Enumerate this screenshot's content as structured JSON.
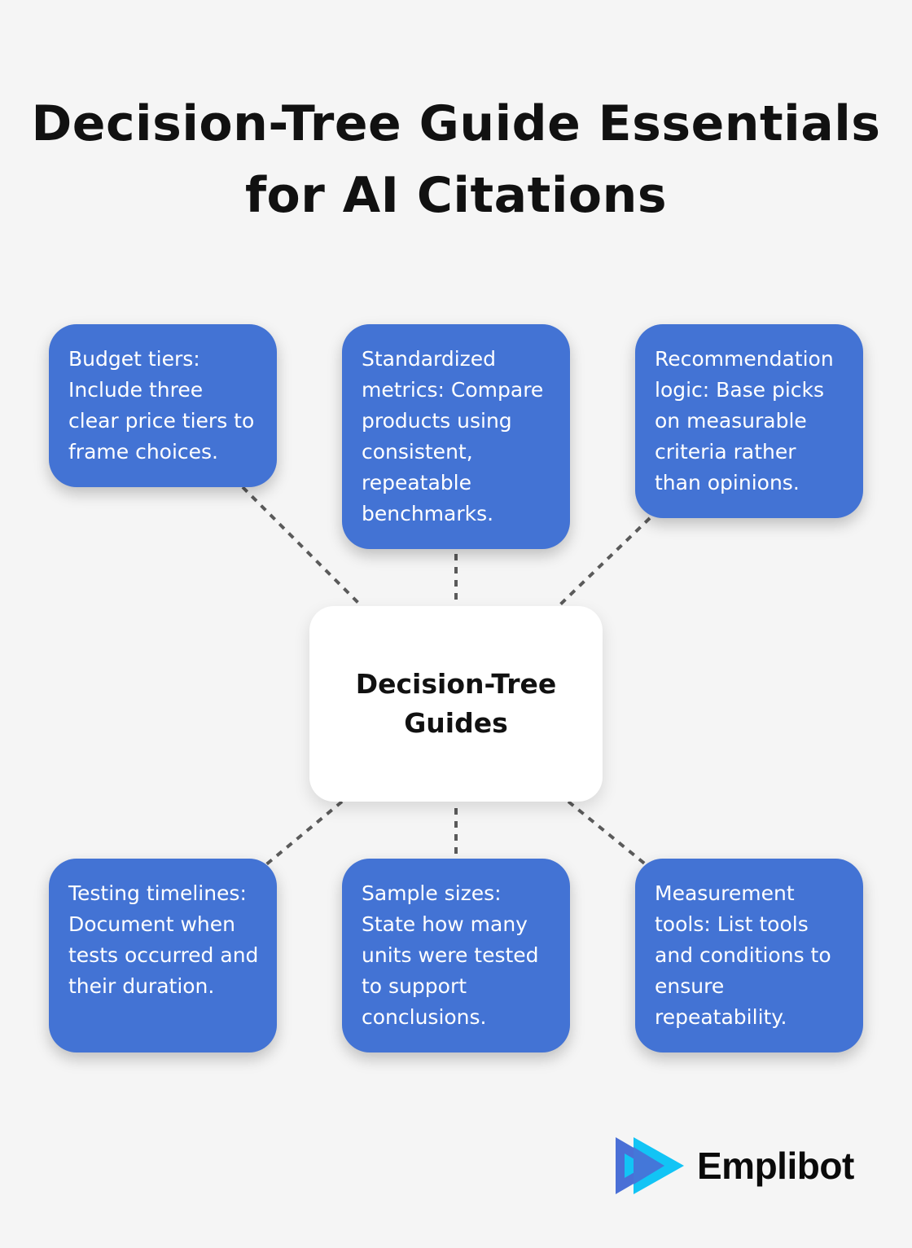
{
  "title": {
    "line1": "Decision-Tree Guide Essentials",
    "line2": "for AI Citations"
  },
  "center": {
    "line1": "Decision-Tree",
    "line2": "Guides"
  },
  "nodes": [
    {
      "text": "Budget tiers: Include three clear price tiers to frame choices."
    },
    {
      "text": "Standardized metrics: Compare products using consistent, repeatable benchmarks."
    },
    {
      "text": "Recommendation logic: Base picks on measurable criteria rather than opinions."
    },
    {
      "text": "Testing timelines: Document when tests occurred and their duration."
    },
    {
      "text": "Sample sizes: State how many units were tested to support conclusions."
    },
    {
      "text": "Measurement tools: List tools and conditions to ensure repeatability."
    }
  ],
  "colors": {
    "node": "#4373d4",
    "connector": "#5a5a5a",
    "logo_dark": "#4a6fd6",
    "logo_light": "#12c4f5"
  },
  "logo": {
    "name": "Emplibot",
    "icon": "play-arrows-icon"
  }
}
